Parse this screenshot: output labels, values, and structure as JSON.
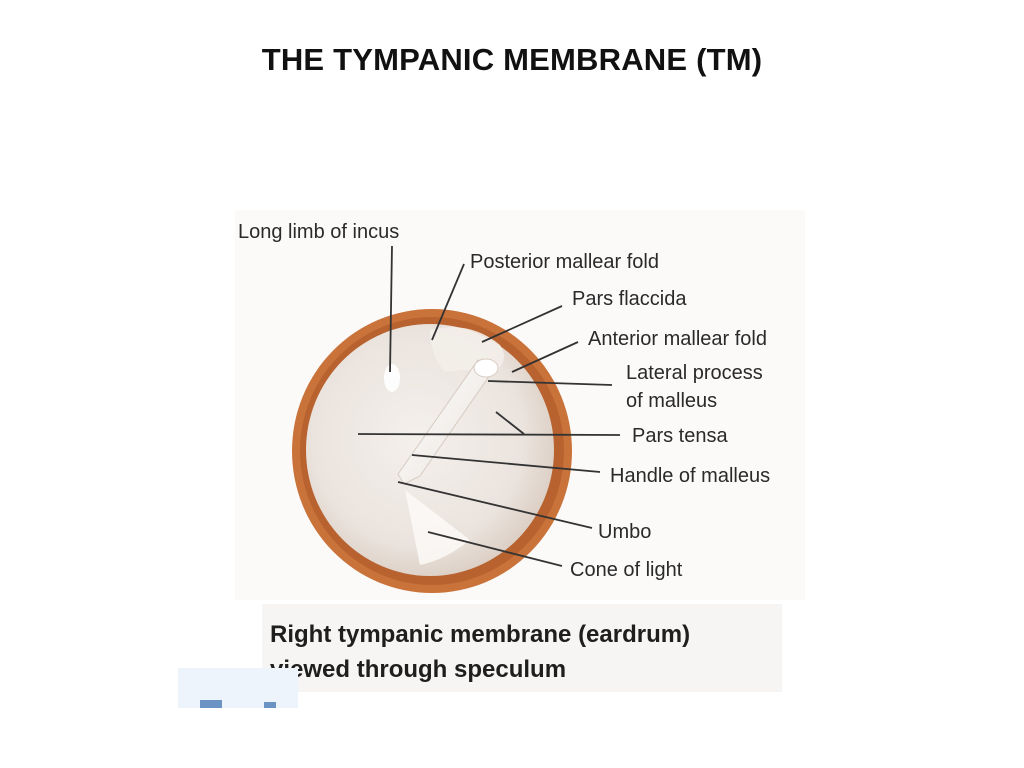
{
  "slide": {
    "title": "THE TYMPANIC MEMBRANE (TM)"
  },
  "labels": {
    "long_limb_of_incus": "Long limb of incus",
    "posterior_mallear_fold": "Posterior mallear fold",
    "pars_flaccida": "Pars flaccida",
    "anterior_mallear_fold": "Anterior mallear fold",
    "lateral_process_line1": "Lateral process",
    "lateral_process_line2": "of malleus",
    "pars_tensa": "Pars tensa",
    "handle_of_malleus": "Handle of malleus",
    "umbo": "Umbo",
    "cone_of_light": "Cone of light"
  },
  "caption": {
    "line1": "Right tympanic membrane (eardrum)",
    "line2": "viewed through speculum"
  },
  "colors": {
    "rim": "#c9733a",
    "rim_dark": "#a2582a",
    "membrane": "#ede7e2",
    "leader": "#333333"
  }
}
